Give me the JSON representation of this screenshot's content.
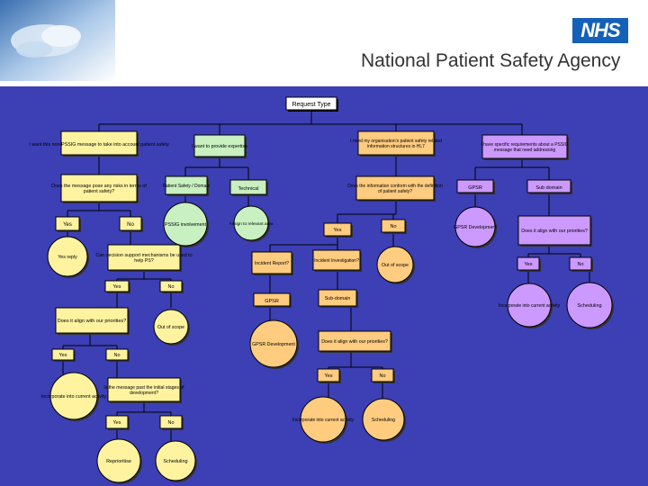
{
  "header": {
    "nhs_logo": "NHS",
    "agency_name": "National Patient Safety Agency"
  },
  "colors": {
    "background": "#3d3fb5",
    "yellow": "#fff3a0",
    "green": "#c8f0c0",
    "purple": "#cc99ff",
    "orange": "#ffcc80",
    "white": "#ffffff"
  },
  "diagram": {
    "request_type": "Request Type",
    "branch1": {
      "q1": "I want this non-PSSIG message to take into account patient safety",
      "q2": "Does the message pose any risks in terms of patient safety?",
      "yes": "Yes",
      "no": "No",
      "yes_reply": "Yes reply",
      "q3": "Can decision support mechanisms be used to help PS?",
      "yes2": "Yes",
      "no2": "No",
      "q4": "Does it align with our priorities?",
      "out_of_scope": "Out of scope",
      "yes3": "Yes",
      "no3": "No",
      "incorporate": "Incorporate into current activity",
      "q5": "Is the message past the initial stages of development?",
      "yes4": "Yes",
      "no4": "No",
      "reprioritise": "Reprioritise",
      "scheduling": "Scheduling"
    },
    "branch2": {
      "q1": "I want to provide expertise",
      "patient_safety": "Patient Safety / Domain",
      "technical": "Technical",
      "pssig": "PSSIG involvement",
      "assign": "Assign to relevant area"
    },
    "branch3": {
      "q1": "I need my organisation's patient safety related information structures in HL7",
      "q2": "Does the information conform with the definition of patient safety?",
      "yes": "Yes",
      "no": "No",
      "out_of_scope": "Out of scope",
      "incident_report": "Incident Report?",
      "incident_investigation": "Incident Investigation?",
      "gpsr": "GPSR",
      "subdomain": "Sub-domain",
      "gpsr_dev": "GPSR Development",
      "q3": "Does it align with our priorities?",
      "yes2": "Yes",
      "no2": "No",
      "incorporate": "Incorporate into current activity",
      "scheduling": "Scheduling"
    },
    "branch4": {
      "q1": "I have specific requirements about a PSSIG message that need addressing",
      "gpsr": "GPSR",
      "subdomain": "Sub domain",
      "gpsr_dev": "GPSR Development",
      "q2": "Does it align with our priorities?",
      "yes": "Yes",
      "no": "No",
      "incorporate": "Incorporate into current activity",
      "scheduling": "Scheduling"
    }
  }
}
